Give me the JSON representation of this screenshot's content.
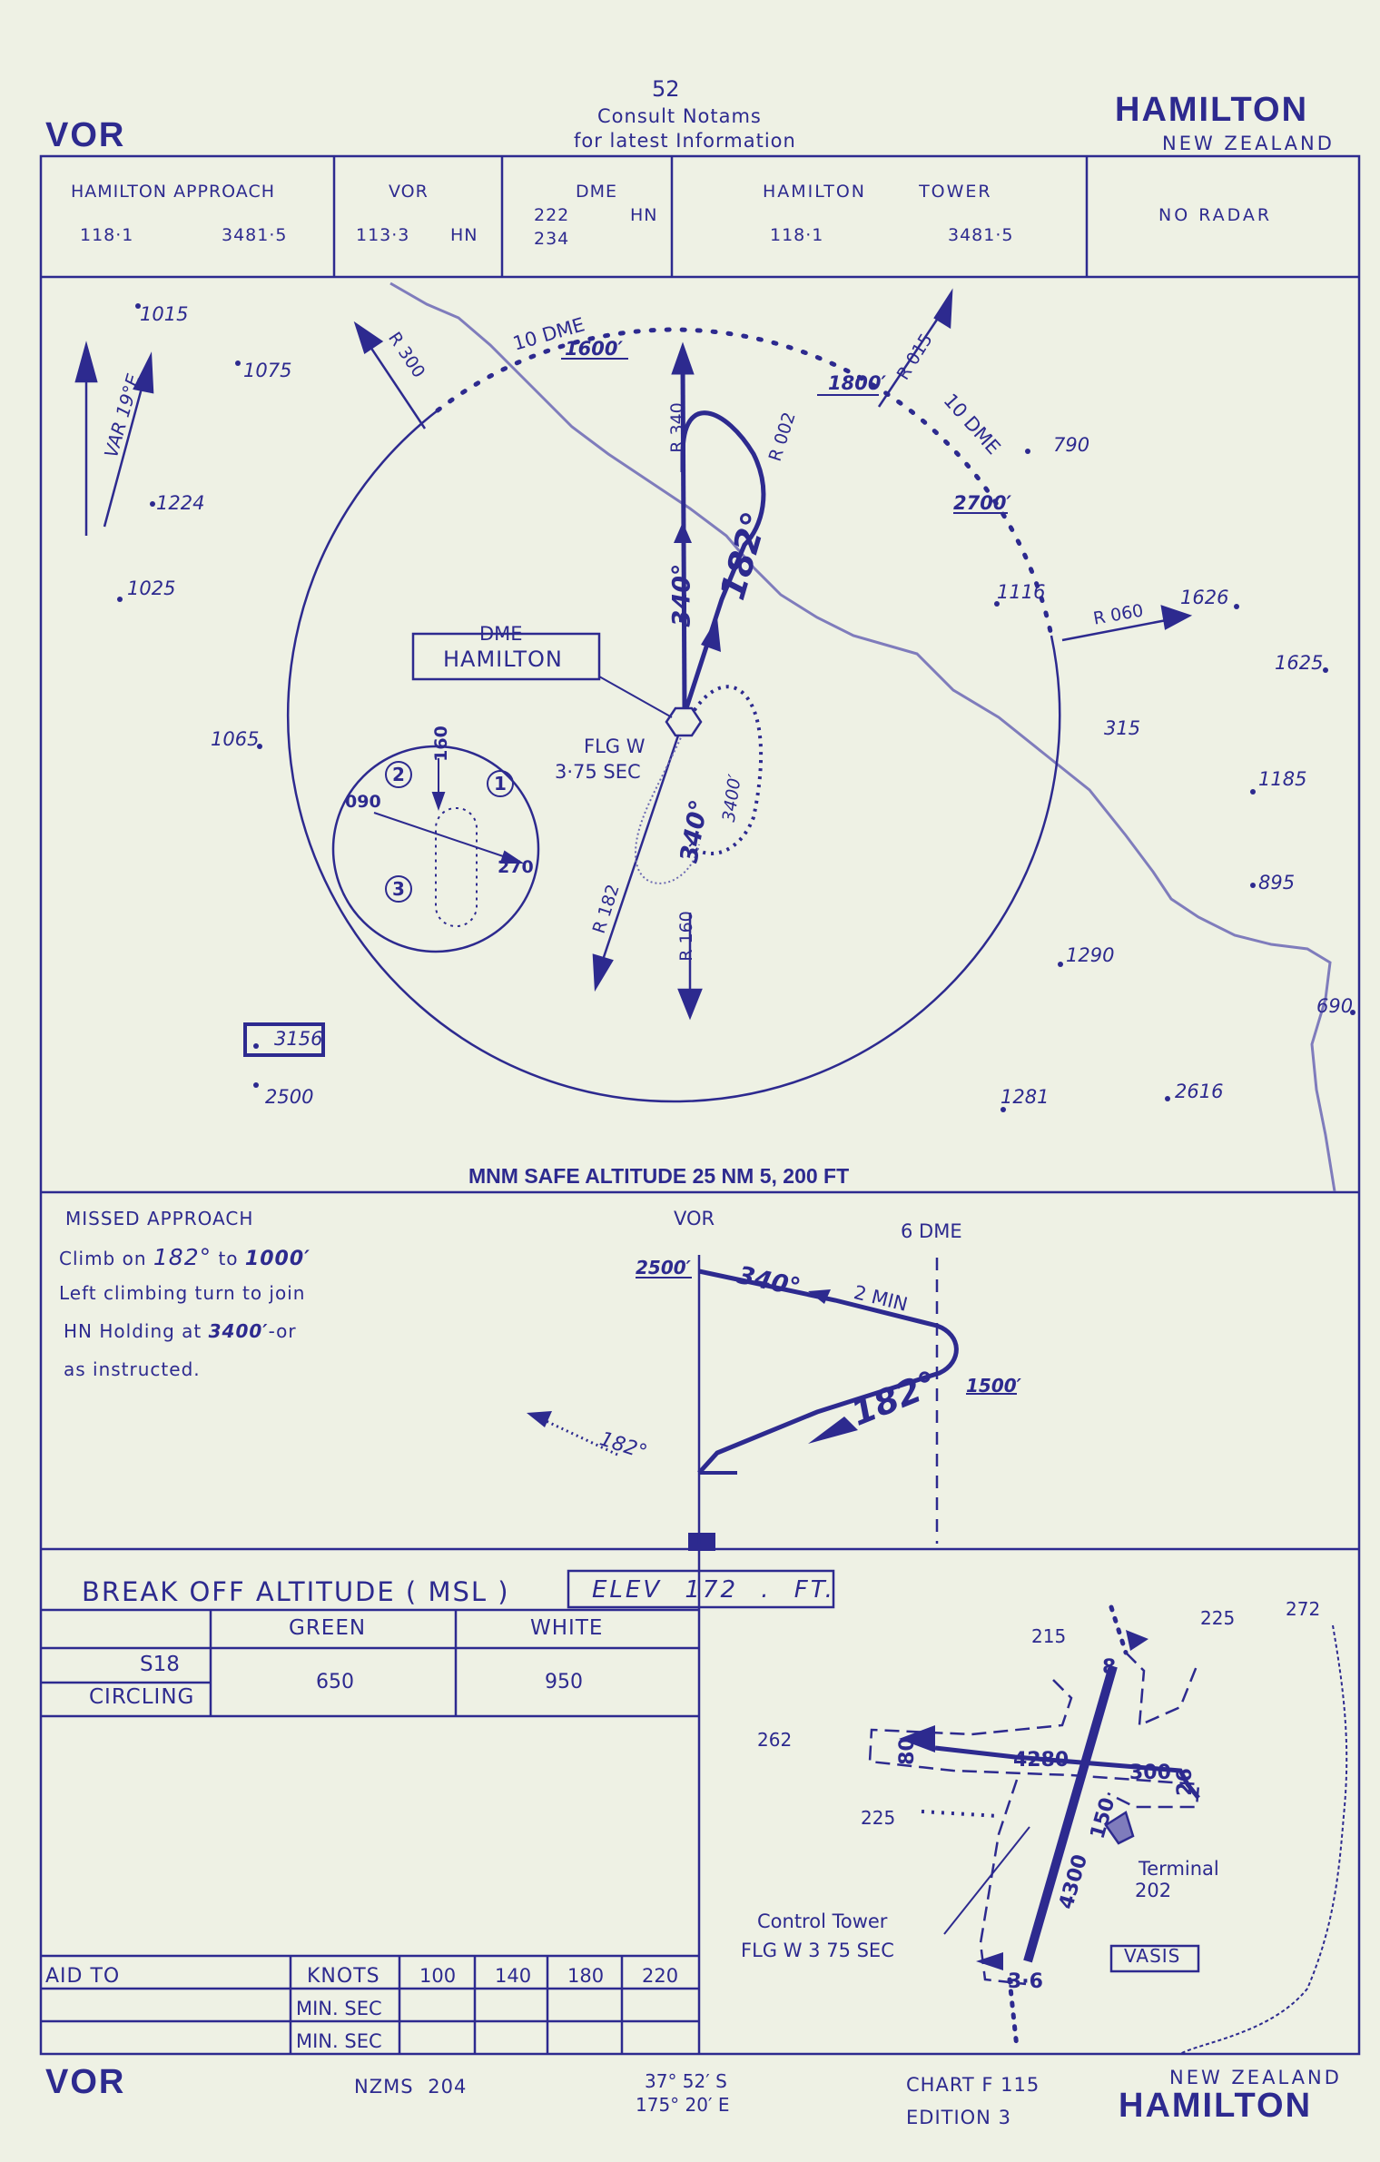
{
  "page_number": "52",
  "notice_line1": "Consult Notams",
  "notice_line2": "for latest Information",
  "header": {
    "left": "VOR",
    "city": "HAMILTON",
    "country": "NEW ZEALAND"
  },
  "freq_table": [
    {
      "title": "HAMILTON APPROACH",
      "values": [
        "118·1",
        "3481·5"
      ]
    },
    {
      "title": "VOR",
      "values": [
        "113·3",
        "HN"
      ]
    },
    {
      "title": "DME",
      "values": [
        "222",
        "HN",
        "234"
      ]
    },
    {
      "title": "HAMILTON TOWER",
      "values": [
        "118·1",
        "3481·5"
      ]
    },
    {
      "title": "NO RADAR",
      "values": []
    }
  ],
  "plan": {
    "elevations": [
      "1015",
      "1075",
      "1224",
      "1025",
      "1065",
      "3156",
      "2500",
      "790",
      "1116",
      "1626",
      "1625",
      "315",
      "1185",
      "895",
      "1290",
      "690",
      "1281",
      "2616"
    ],
    "variation": "VAR 19°E",
    "radials": [
      "R 300",
      "R 015",
      "R 060",
      "R 182",
      "R 160",
      "R 340",
      "R 002"
    ],
    "dme_arc_label": "10 DME",
    "arc_altitudes": [
      "1600′",
      "1800′",
      "2700′"
    ],
    "tracks": [
      "340°",
      "182°",
      "340°",
      "3400′"
    ],
    "station_box_l1": "DME",
    "station_box_l2": "HAMILTON",
    "beacon_l1": "FLG W",
    "beacon_l2": "3·75 SEC",
    "holding_sectors": [
      "1",
      "2",
      "3"
    ],
    "holding_headings": [
      "160",
      "090",
      "270"
    ],
    "msa": "MNM SAFE ALTITUDE 25 NM 5, 200 FT"
  },
  "missed_approach": {
    "title": "MISSED APPROACH",
    "line1_a": "Climb on",
    "line1_b": "182°",
    "line1_c": "to",
    "line1_d": "1000′",
    "line2": "Left climbing turn to join",
    "line3_a": "HN Holding at",
    "line3_b": "3400′",
    "line3_c": "-or",
    "line4": "as instructed."
  },
  "profile": {
    "vor_label": "VOR",
    "dme_label": "6 DME",
    "alt_start": "2500′",
    "alt_turn": "1500′",
    "out_track": "340°",
    "time": "2 MIN",
    "in_track": "182°",
    "missed_track": "182°"
  },
  "minima": {
    "title": "BREAK OFF ALTITUDE ( MSL )",
    "elevation": "ELEV 172 . FT.",
    "columns": [
      "GREEN",
      "WHITE"
    ],
    "row_labels": [
      "S18",
      "CIRCLING"
    ],
    "values": [
      "650",
      "950"
    ]
  },
  "speed_table": {
    "label": "AID TO",
    "header": "KNOTS",
    "row_label": "MIN. SEC",
    "speeds": [
      "100",
      "140",
      "180",
      "220"
    ]
  },
  "aerodrome": {
    "labels": [
      "215",
      "225",
      "272",
      "262",
      "225"
    ],
    "runway_length": "4300",
    "cross_runway": "4280",
    "runway_width": "150",
    "cross_width": "300",
    "ends": [
      "8",
      "26",
      "80",
      "3·6"
    ],
    "terminal_name": "Terminal",
    "terminal_elev": "202",
    "tower_l1": "Control Tower",
    "tower_l2": "FLG W 3 75 SEC",
    "vasis": "VASIS"
  },
  "footer": {
    "left": "VOR",
    "map_ref": "NZMS 204",
    "lat": "37° 52′ S",
    "lon": "175° 20′ E",
    "chart": "CHART F 115",
    "edition": "EDITION 3",
    "country": "NEW ZEALAND",
    "city": "HAMILTON"
  }
}
